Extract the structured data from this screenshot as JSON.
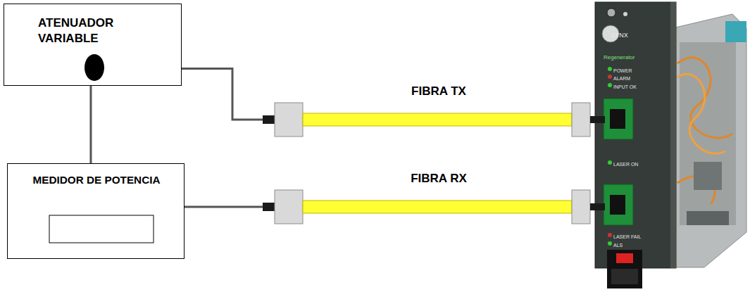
{
  "diagram": {
    "nodes": [
      {
        "text": [
          "ATENUADOR VARIABLE"
        ]
      },
      {
        "text": [
          "MEDIDOR DE POTENCIA"
        ]
      },
      {
        "text": [
          "LYNX",
          "Regenerator",
          "POWER",
          "ALARM",
          "INPUT OK",
          "LASER ON",
          "LASER FAIL",
          "ALS"
        ]
      }
    ],
    "edges": [
      {
        "from": 0,
        "to": 1,
        "arrow": "none"
      },
      {
        "from": 0,
        "to": 2,
        "arrow": "none",
        "label": "FIBRA TX"
      },
      {
        "from": 1,
        "to": 2,
        "arrow": "none",
        "label": "FIBRA RX"
      }
    ]
  }
}
